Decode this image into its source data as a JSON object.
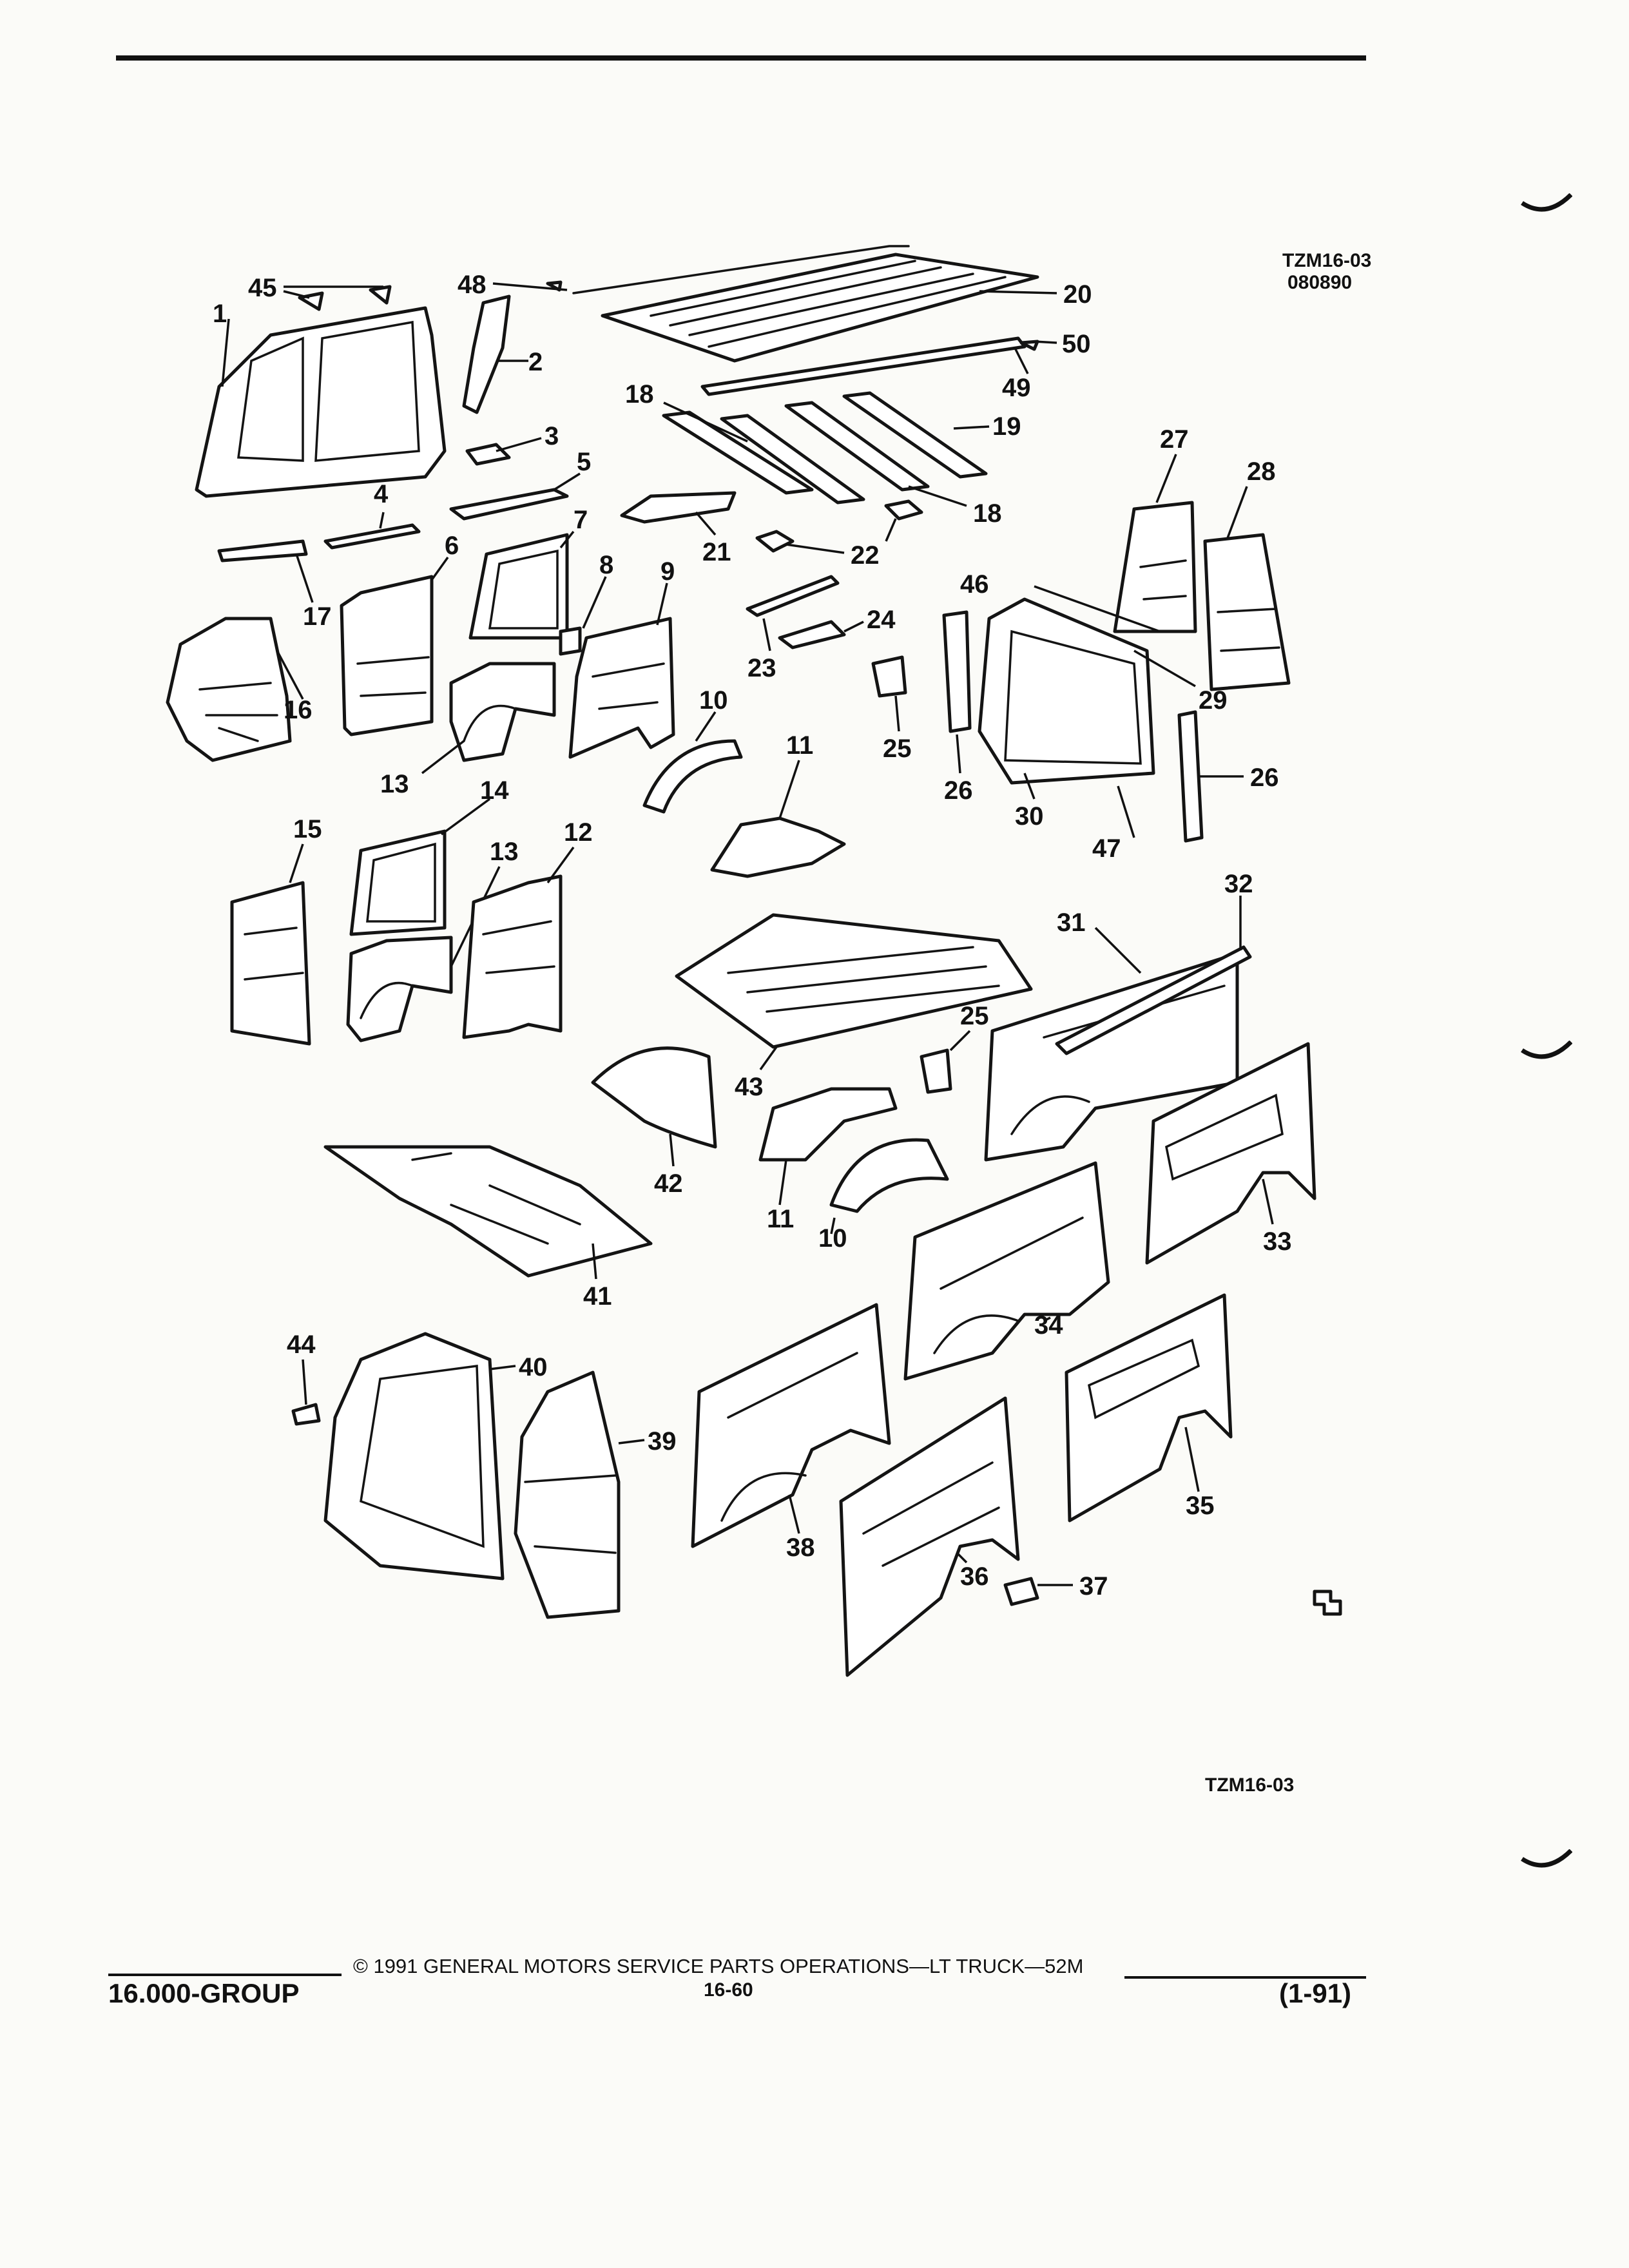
{
  "header": {
    "drawing_code": "TZM16-03",
    "drawing_date": "080890"
  },
  "footer": {
    "group": "16.000-GROUP",
    "copyright": "© 1991 GENERAL MOTORS SERVICE PARTS OPERATIONS—LT TRUCK—52M",
    "page_number": "16-60",
    "revision": "(1-91)",
    "drawing_code_bottom": "TZM16-03"
  },
  "callouts": [
    "1",
    "2",
    "3",
    "4",
    "5",
    "6",
    "7",
    "8",
    "9",
    "10",
    "10",
    "10",
    "11",
    "11",
    "11",
    "12",
    "13",
    "13",
    "14",
    "15",
    "16",
    "17",
    "18",
    "18",
    "19",
    "20",
    "21",
    "22",
    "23",
    "24",
    "25",
    "25",
    "26",
    "26",
    "27",
    "28",
    "29",
    "30",
    "31",
    "32",
    "33",
    "34",
    "35",
    "36",
    "37",
    "38",
    "39",
    "40",
    "41",
    "42",
    "43",
    "44",
    "45",
    "46",
    "47",
    "48",
    "49",
    "50"
  ],
  "colors": {
    "ink": "#111111",
    "paper": "#fbfbf8"
  }
}
